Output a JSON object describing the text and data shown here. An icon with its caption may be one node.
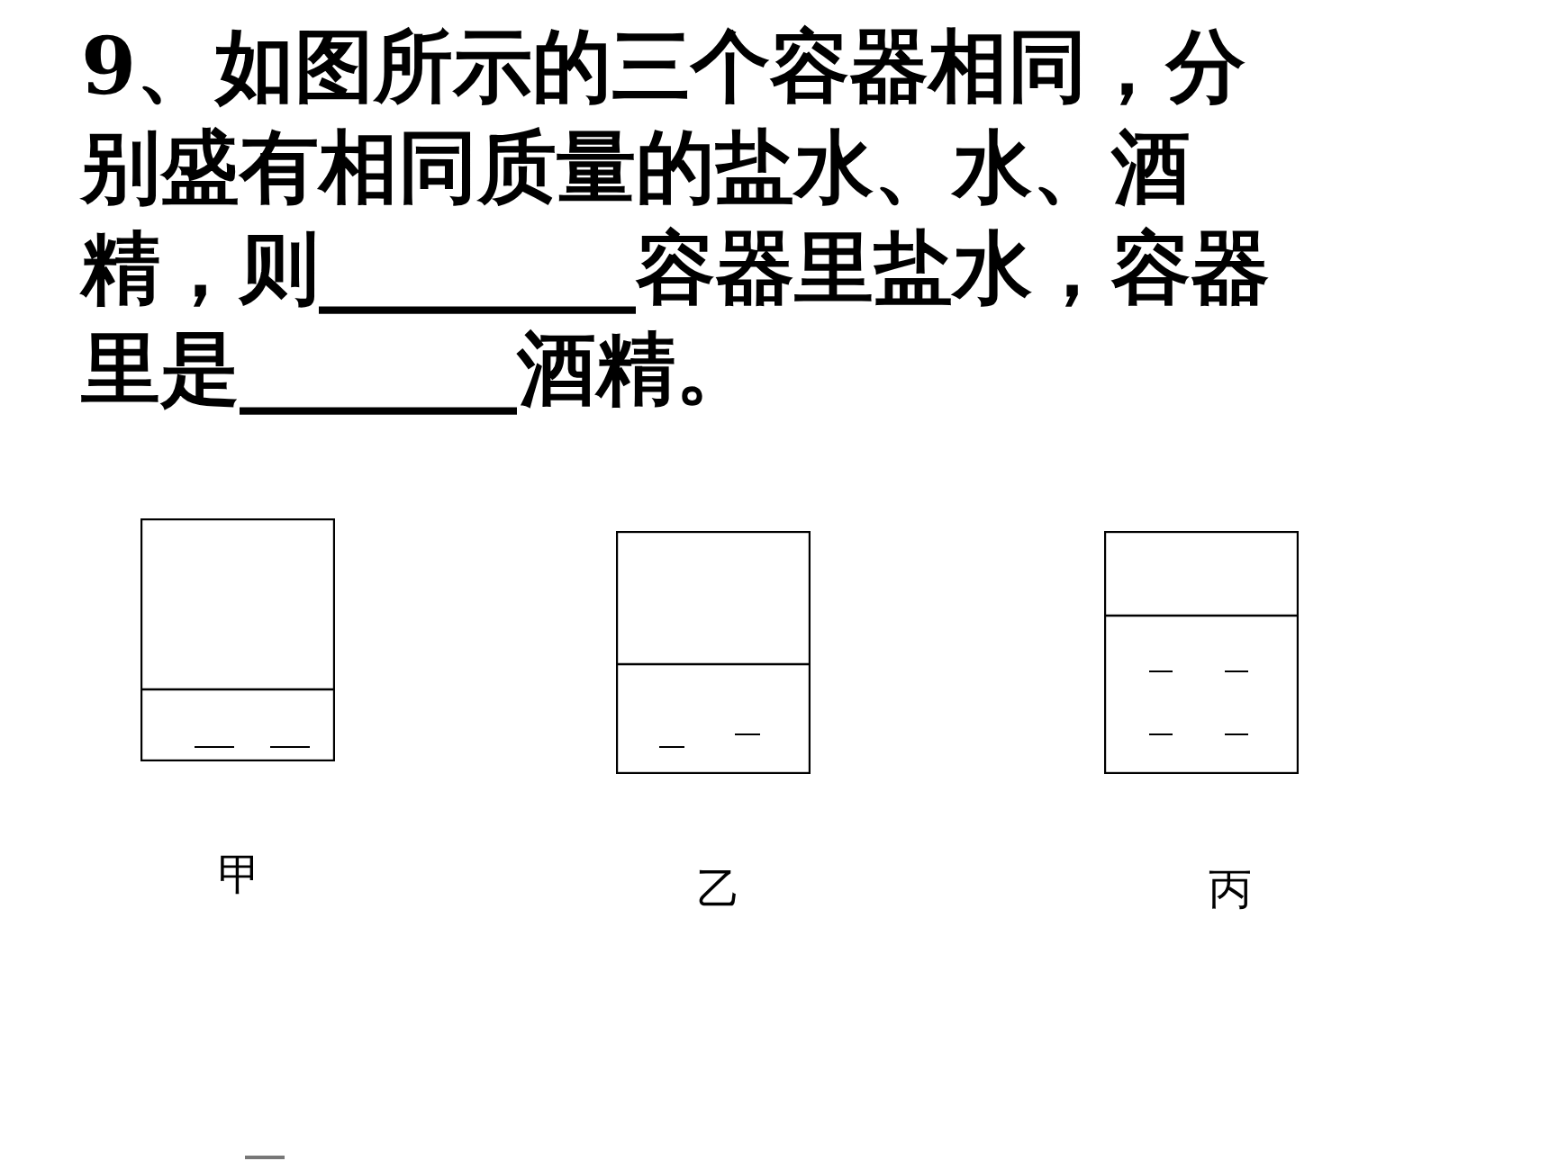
{
  "diagram": {
    "title": "9、如图所示的三个容器相同，分别盛有相同质量的盐水、水、酒精，则________容器里盐水，容器里是_______酒精。",
    "nodes": [
      {
        "text": [],
        "shape": "box",
        "beside": [
          "甲"
        ]
      },
      {
        "text": [],
        "shape": "box",
        "beside": [
          "乙"
        ]
      },
      {
        "text": [],
        "shape": "box",
        "beside": [
          "丙"
        ]
      }
    ]
  }
}
